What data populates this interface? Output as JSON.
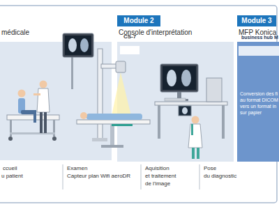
{
  "diagram": {
    "nodes": [
      {
        "text": [
          "médicale"
        ]
      },
      {
        "text": [
          "Module 2"
        ]
      },
      {
        "text": [
          "Console d'interprétation"
        ]
      },
      {
        "text": [
          "CS-7"
        ],
        "in": 2
      },
      {
        "text": [
          "Module 3"
        ]
      },
      {
        "text": [
          "MFP Konica"
        ]
      },
      {
        "text": [
          "business hub M"
        ],
        "in": 5
      }
    ],
    "labels": [
      "Conversion des fi",
      "au format DICOM",
      "vers un format in",
      "sur papier",
      "ccueil",
      "u patient",
      "Examen",
      "Capteur plan Wifi aeroDR",
      "Aquisition",
      "et traitement",
      "de l'image",
      "Pose",
      "du diagnostic"
    ]
  }
}
